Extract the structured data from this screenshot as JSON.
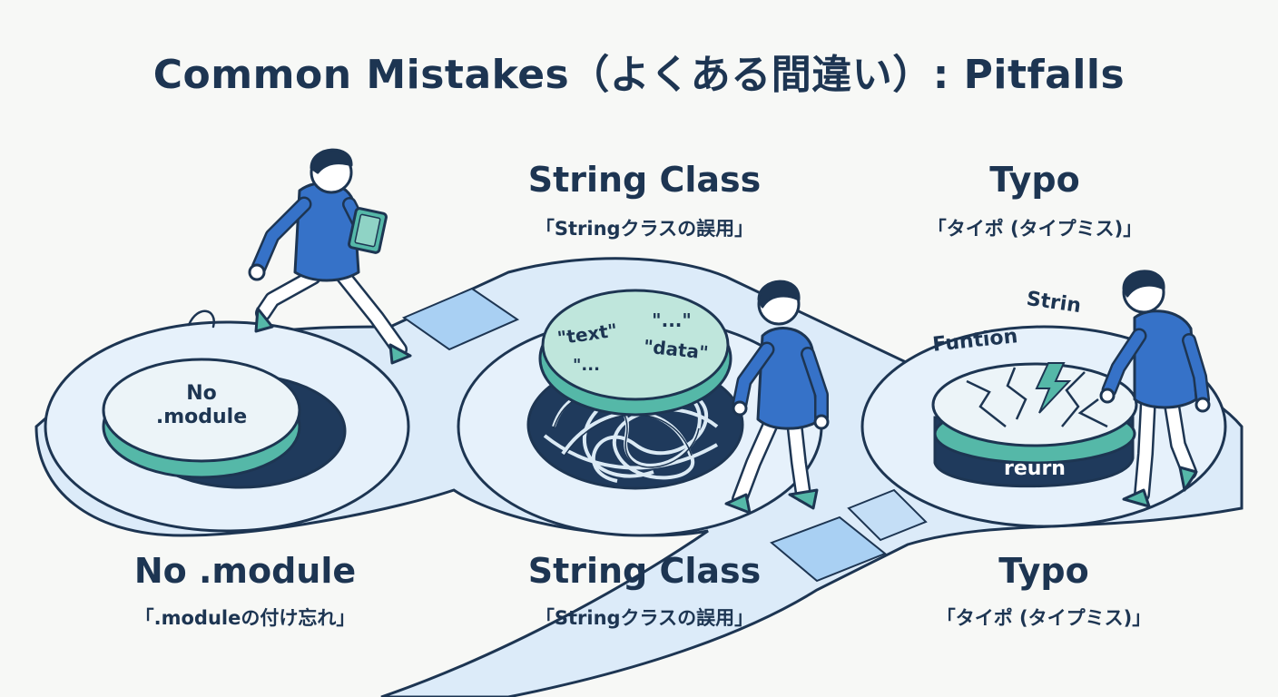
{
  "title": "Common Mistakes（よくある間違い）: Pitfalls",
  "upper_labels": [
    {
      "heading": "String Class",
      "subtitle": "「Stringクラスの誤用」"
    },
    {
      "heading": "Typo",
      "subtitle": "「タイポ (タイプミス)」"
    }
  ],
  "pitfalls": [
    {
      "heading": "No .module",
      "subtitle": "「.moduleの付け忘れ」",
      "lid_text": "No\n.module"
    },
    {
      "heading": "String Class",
      "subtitle": "「Stringクラスの誤用」",
      "bubble_words": [
        "\"text\"",
        "\"...\"",
        "\"data\"",
        "\"..."
      ]
    },
    {
      "heading": "Typo",
      "subtitle": "「タイポ (タイプミス)」",
      "floating_words": [
        "Strin",
        "Funtion"
      ],
      "pit_label": "reurn"
    }
  ],
  "colors": {
    "ink": "#1d3552",
    "path": "#dcebf9",
    "path_dark": "#a9d0f3",
    "teal": "#55b8a8",
    "teal_light": "#bfe6dc",
    "hoodie": "#3672c8",
    "pit": "#1f3a5c"
  },
  "icons": [
    "person-jumping",
    "person-walking",
    "person-standing",
    "tablet-icon",
    "tangled-string-icon",
    "crack-icon"
  ]
}
